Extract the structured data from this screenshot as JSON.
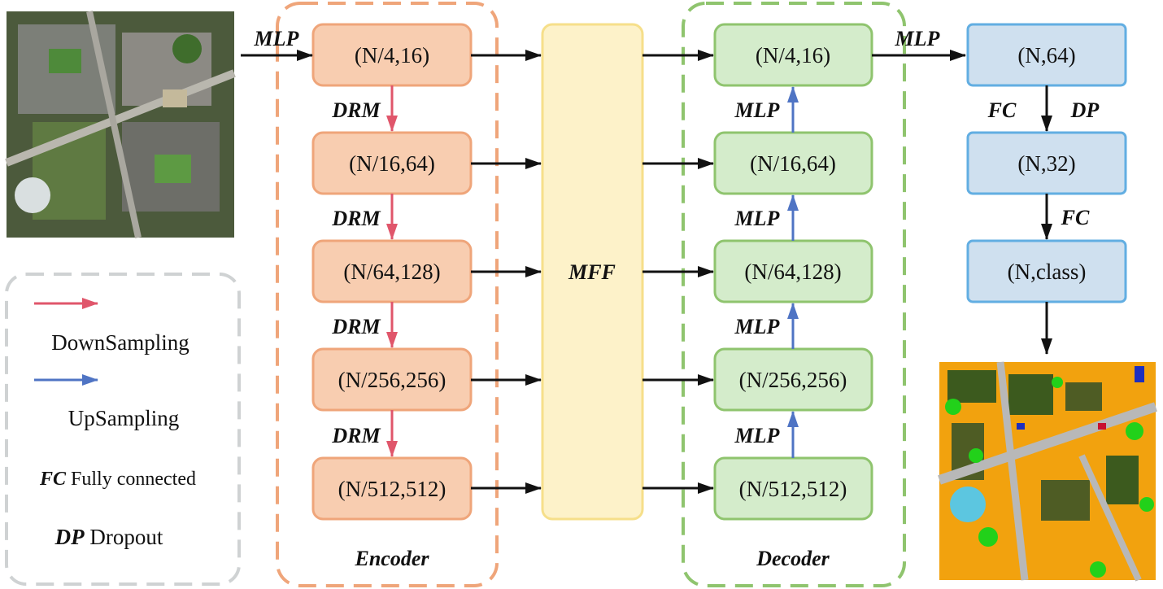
{
  "encoder": {
    "title": "Encoder",
    "boxes": [
      "(N/4,16)",
      "(N/16,64)",
      "(N/64,128)",
      "(N/256,256)",
      "(N/512,512)"
    ],
    "step_label": "DRM"
  },
  "mff": {
    "label": "MFF"
  },
  "decoder": {
    "title": "Decoder",
    "boxes": [
      "(N/4,16)",
      "(N/16,64)",
      "(N/64,128)",
      "(N/256,256)",
      "(N/512,512)"
    ],
    "step_label": "MLP"
  },
  "head": {
    "boxes": [
      "(N,64)",
      "(N,32)",
      "(N,class)"
    ],
    "fc_label": "FC",
    "dp_label": "DP",
    "fc2_label": "FC"
  },
  "edges": {
    "input_label": "MLP",
    "decoder_out_label": "MLP"
  },
  "legend": {
    "downsampling": "DownSampling",
    "upsampling": "UpSampling",
    "fc_abbr": "FC",
    "fc_text": "Fully connected",
    "dp_abbr": "DP",
    "dp_text": "Dropout"
  },
  "images": {
    "input_image": "aerial-photo-thumbnail",
    "output_image": "segmentation-map-thumbnail"
  },
  "colors": {
    "encoder_fill": "#f8cdb0",
    "encoder_stroke": "#efa57a",
    "decoder_fill": "#d4eccb",
    "decoder_stroke": "#8fc46e",
    "mff_fill": "#fdf2c9",
    "mff_stroke": "#f6df8a",
    "head_fill": "#cfe0ef",
    "head_stroke": "#62aee2",
    "down_arrow": "#e0566b",
    "up_arrow": "#4f74c4",
    "legend_border": "#cfd2d3"
  }
}
